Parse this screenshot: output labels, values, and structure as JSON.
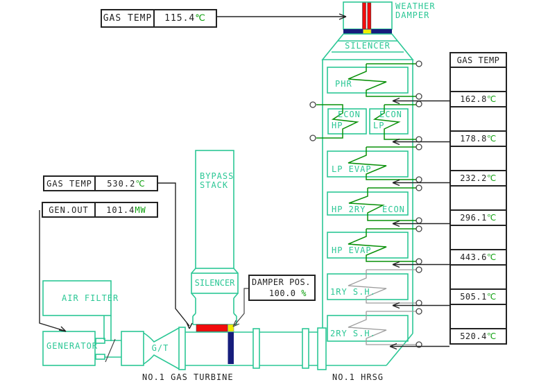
{
  "colors": {
    "line_teal": "#2bc795",
    "coil_green": "#089008",
    "unit_green": "#0a9e0a",
    "damper_red": "#f20c0c",
    "damper_navy": "#161d7c",
    "damper_yellow": "#eeee00",
    "coil_gray": "#9c9c9c",
    "ink": "#222222"
  },
  "gauges": {
    "stack_gas_temp": {
      "label": "GAS TEMP",
      "value": "115.4",
      "unit": "℃"
    },
    "gt_exhaust_gas_temp": {
      "label": "GAS TEMP",
      "value": "530.2",
      "unit": "℃"
    },
    "generator_output": {
      "label": "GEN.OUT",
      "value": "101.4",
      "unit": "MW"
    },
    "damper_position": {
      "label": "DAMPER POS.",
      "value": "100.0 ",
      "unit": "%"
    }
  },
  "labels": {
    "weather_damper_line1": "WEATHER",
    "weather_damper_line2": "DAMPER",
    "stack_silencer": "SILENCER",
    "bypass_line1": "BYPASS",
    "bypass_line2": "STACK",
    "bypass_silencer": "SILENCER",
    "air_filter": "AIR FILTER",
    "generator": "GENERATOR",
    "gas_turbine": "G/T",
    "gas_turbine_unit": "NO.1 GAS TURBINE",
    "hrsg_unit": "NO.1 HRSG"
  },
  "hrsg": {
    "sections": [
      {
        "label": "PHR"
      },
      {
        "label": "ECON",
        "sub": "HP"
      },
      {
        "label": "ECON",
        "sub": "LP"
      },
      {
        "label": "LP EVAP"
      },
      {
        "label": "HP 2RY",
        "label2": "ECON"
      },
      {
        "label": "HP EVAP"
      },
      {
        "label": "1RY S.H."
      },
      {
        "label": "2RY S.H."
      }
    ]
  },
  "gas_temp_table": {
    "header": "GAS TEMP",
    "rows": [
      {
        "value": "162.8",
        "unit": "℃"
      },
      {
        "value": "178.8",
        "unit": "℃"
      },
      {
        "value": "232.2",
        "unit": "℃"
      },
      {
        "value": "296.1",
        "unit": "℃"
      },
      {
        "value": "443.6",
        "unit": "℃"
      },
      {
        "value": "505.1",
        "unit": "℃"
      },
      {
        "value": "520.4",
        "unit": "℃"
      }
    ]
  }
}
